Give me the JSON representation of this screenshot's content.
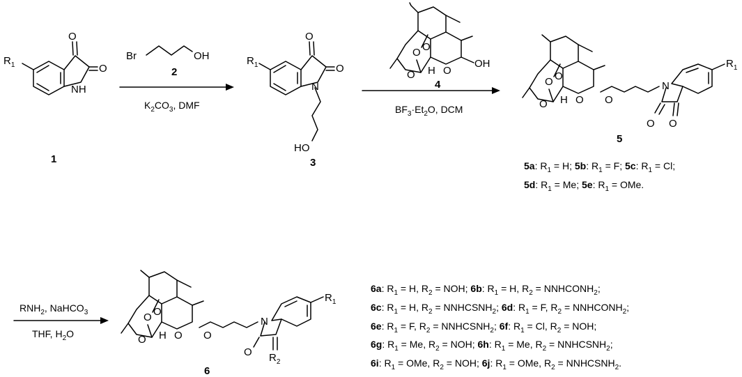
{
  "compounds": {
    "c1": {
      "label": "1"
    },
    "c2": {
      "label": "2",
      "br": "Br",
      "oh": "OH"
    },
    "c3": {
      "label": "3",
      "ho": "HO"
    },
    "c4": {
      "label": "4",
      "oh": "OH"
    },
    "c5": {
      "label": "5"
    },
    "c6": {
      "label": "6"
    }
  },
  "atoms": {
    "O": "O",
    "N": "N",
    "NH": "NH",
    "H": "H",
    "R": "R",
    "one": "1",
    "two": "2"
  },
  "step1": {
    "reagent": "K",
    "sub1": "2",
    "rest": "CO",
    "sub2": "3",
    "rest2": ", DMF"
  },
  "step2": {
    "a": "BF",
    "sub1": "3",
    "b": "·Et",
    "sub2": "2",
    "c": "O, DCM"
  },
  "step3": {
    "line1_a": "RNH",
    "line1_sub": "2",
    "line1_b": ", NaHCO",
    "line1_sub2": "3",
    "line2_a": "THF, H",
    "line2_sub": "2",
    "line2_b": "O"
  },
  "legend5": [
    [
      {
        "b": "5a"
      },
      ": R",
      {
        "s": "1"
      },
      " = H; ",
      {
        "b": "5b"
      },
      ": R",
      {
        "s": "1"
      },
      " = F; ",
      {
        "b": "5c"
      },
      ": R",
      {
        "s": "1"
      },
      " = Cl;"
    ],
    [
      {
        "b": "5d"
      },
      ": R",
      {
        "s": "1"
      },
      " = Me; ",
      {
        "b": "5e"
      },
      ": R",
      {
        "s": "1"
      },
      " = OMe."
    ]
  ],
  "legend6": [
    [
      {
        "b": "6a"
      },
      ": R",
      {
        "s": "1"
      },
      " = H, R",
      {
        "s": "2"
      },
      " = NOH; ",
      {
        "b": "6b"
      },
      ": R",
      {
        "s": "1"
      },
      " = H, R",
      {
        "s": "2"
      },
      " = NNHCONH",
      {
        "s": "2"
      },
      ";"
    ],
    [
      {
        "b": "6c"
      },
      ": R",
      {
        "s": "1"
      },
      " = H, R",
      {
        "s": "2"
      },
      " = NNHCSNH",
      {
        "s": "2"
      },
      "; ",
      {
        "b": "6d"
      },
      ": R",
      {
        "s": "1"
      },
      " = F, R",
      {
        "s": "2"
      },
      " = NNHCONH",
      {
        "s": "2"
      },
      ";"
    ],
    [
      {
        "b": "6e"
      },
      ": R",
      {
        "s": "1"
      },
      " = F, R",
      {
        "s": "2"
      },
      " = NNHCSNH",
      {
        "s": "2"
      },
      "; ",
      {
        "b": "6f"
      },
      ": R",
      {
        "s": "1"
      },
      " = Cl, R",
      {
        "s": "2"
      },
      " = NOH;"
    ],
    [
      {
        "b": "6g"
      },
      ": R",
      {
        "s": "1"
      },
      " = Me, R",
      {
        "s": "2"
      },
      " = NOH; ",
      {
        "b": "6h"
      },
      ": R",
      {
        "s": "1"
      },
      " = Me, R",
      {
        "s": "2"
      },
      " = NNHCSNH",
      {
        "s": "2"
      },
      ";"
    ],
    [
      {
        "b": "6i"
      },
      ": R",
      {
        "s": "1"
      },
      " = OMe, R",
      {
        "s": "2"
      },
      " = NOH; ",
      {
        "b": "6j"
      },
      ": R",
      {
        "s": "1"
      },
      " = OMe, R",
      {
        "s": "2"
      },
      " = NNHCSNH",
      {
        "s": "2"
      },
      "."
    ]
  ]
}
